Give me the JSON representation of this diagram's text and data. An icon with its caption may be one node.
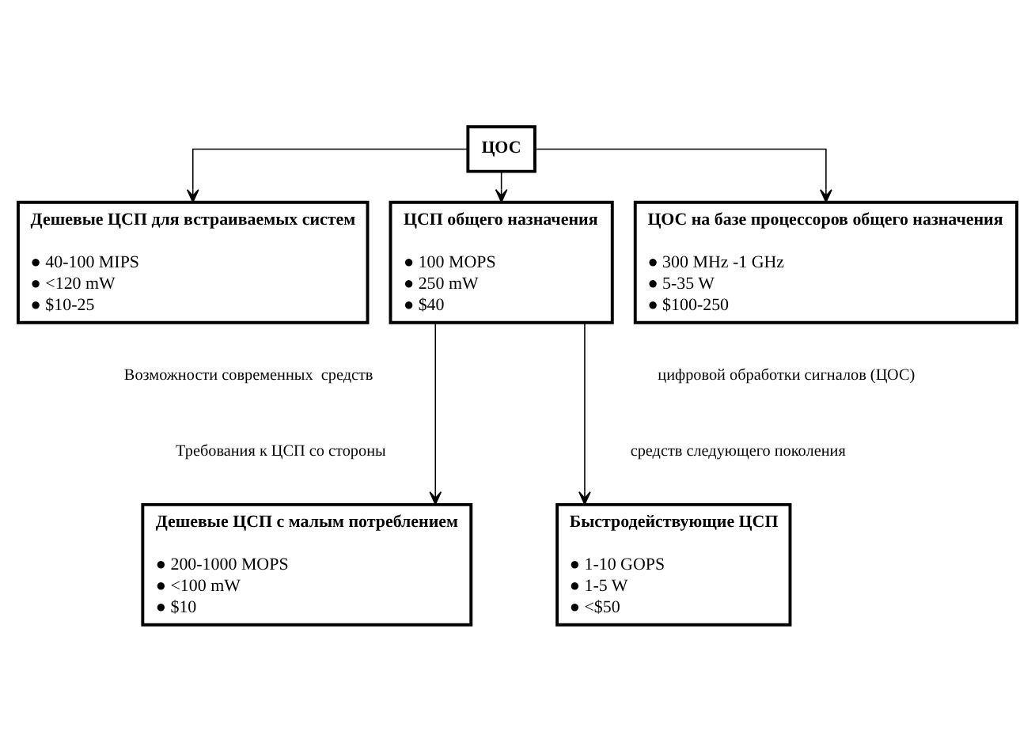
{
  "diagram": {
    "nodes": [
      {
        "text": [
          "ЦОС"
        ]
      },
      {
        "text": [
          "Дешевые ЦСП для встраиваемых систем",
          "● 40-100 MIPS",
          "● <120 mW",
          "● $10-25"
        ]
      },
      {
        "text": [
          "ЦСП общего назначения",
          "● 100 MOPS",
          "● 250 mW",
          "● $40"
        ]
      },
      {
        "text": [
          "ЦОС на базе процессоров общего назначения",
          "● 300 MHz -1 GHz",
          "● 5-35 W",
          "● $100-250"
        ]
      },
      {
        "text": [
          "Дешевые ЦСП с малым потреблением",
          "● 200-1000 MOPS",
          "● <100 mW",
          "● $10"
        ]
      },
      {
        "text": [
          "Быстродействующие ЦСП",
          "● 1-10 GOPS",
          "● 1-5 W",
          "● <$50"
        ]
      }
    ],
    "edges": [
      {
        "from": 0,
        "to": 1,
        "arrow": "to"
      },
      {
        "from": 0,
        "to": 2,
        "arrow": "to"
      },
      {
        "from": 0,
        "to": 3,
        "arrow": "to"
      },
      {
        "from": 2,
        "to": 4,
        "arrow": "to"
      },
      {
        "from": 2,
        "to": 5,
        "arrow": "to"
      }
    ],
    "labels": [
      "Возможности современных  средств",
      "цифровой обработки сигналов (ЦОС)",
      "Требования к ЦСП со стороны",
      "средств следующего поколения"
    ]
  }
}
